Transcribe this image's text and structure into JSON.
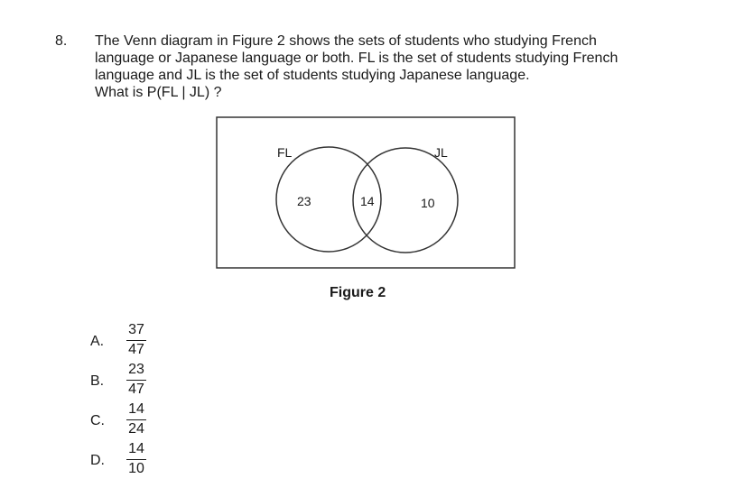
{
  "question": {
    "number": "8.",
    "lines": [
      "The Venn diagram in Figure 2 shows the sets of students who studying French",
      "language or Japanese language or both.  FL is the set of students studying French",
      "language and JL is the set of students studying Japanese language."
    ],
    "ask": "What is P(FL | JL) ?"
  },
  "figure": {
    "caption": "Figure 2",
    "sets": [
      {
        "label": "FL",
        "only_value": "23"
      },
      {
        "label": "JL",
        "only_value": "10"
      }
    ],
    "intersection_value": "14"
  },
  "options": [
    {
      "letter": "A.",
      "numerator": "37",
      "denominator": "47"
    },
    {
      "letter": "B.",
      "numerator": "23",
      "denominator": "47"
    },
    {
      "letter": "C.",
      "numerator": "14",
      "denominator": "24"
    },
    {
      "letter": "D.",
      "numerator": "14",
      "denominator": "10"
    }
  ]
}
